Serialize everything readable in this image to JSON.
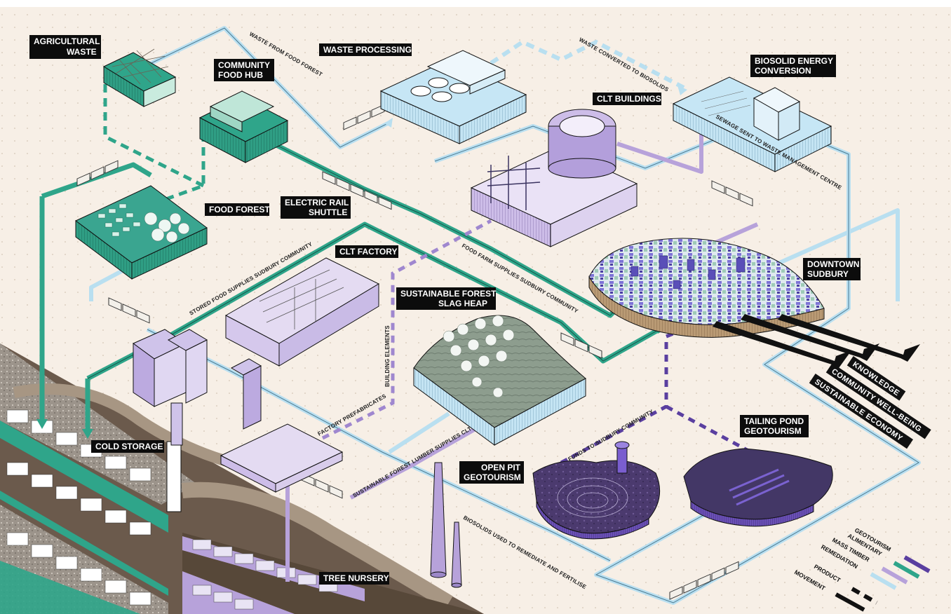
{
  "colors": {
    "background": "#f7efe6",
    "alimentary": "#2fa58a",
    "remediation": "#b9dff0",
    "mass_timber": "#b7a2da",
    "geotourism": "#5a3fa0",
    "label_bg": "#0c0c0c",
    "ground": "#6b5a4c"
  },
  "labels": {
    "agricultural_waste_1": "AGRICULTURAL",
    "agricultural_waste_2": "WASTE",
    "community_food_hub_1": "COMMUNITY",
    "community_food_hub_2": "FOOD HUB",
    "waste_processing": "WASTE PROCESSING",
    "biosolid_1": "BIOSOLID ENERGY",
    "biosolid_2": "CONVERSION",
    "clt_buildings": "CLT BUILDINGS",
    "electric_rail_1": "ELECTRIC RAIL",
    "electric_rail_2": "SHUTTLE",
    "food_forest": "FOOD FOREST",
    "clt_factory": "CLT FACTORY",
    "sustainable_forest_1": "SUSTAINABLE FOREST",
    "sustainable_forest_2": "SLAG HEAP",
    "downtown_1": "DOWNTOWN",
    "downtown_2": "SUDBURY",
    "cold_storage": "COLD STORAGE",
    "tailing_pond_1": "TAILING POND",
    "tailing_pond_2": "GEOTOURISM",
    "open_pit_1": "OPEN PIT",
    "open_pit_2": "GEOTOURISM",
    "tree_nursery": "TREE NURSERY"
  },
  "flows": {
    "waste_from_food_forest": "WASTE FROM FOOD FOREST",
    "waste_converted": "WASTE CONVERTED TO BIOSOLIDS",
    "sewage_sent": "SEWAGE SENT TO WASTE MANAGEMENT CENTRE",
    "food_farm_supplies": "FOOD FARM SUPPLIES SUDBURY COMMUNITY",
    "stored_food_supplies": "STORED FOOD SUPPLIES SUDBURY COMMUNITY",
    "building_elements": "BUILDING ELEMENTS",
    "factory_prefabricates": "FACTORY PREFABRICATES",
    "lumber_supplies": "SUSTAINABLE FOREST LUMBER SUPPLIES CLT",
    "funds_to_sudbury": "FUNDS TO SUDBURY COMMUNITY",
    "biosolids_used": "BIOSOLIDS USED TO REMEDIATE AND FERTILISE"
  },
  "impacts": [
    "KNOWLEDGE",
    "COMMUNITY WELL-BEING",
    "SUSTAINABLE ECONOMY"
  ],
  "legend": {
    "geotourism": "GEOTOURISM",
    "alimentary": "ALIMENTARY",
    "mass_timber": "MASS TIMBER",
    "remediation": "REMEDIATION",
    "product": "PRODUCT",
    "movement": "MOVEMENT"
  }
}
